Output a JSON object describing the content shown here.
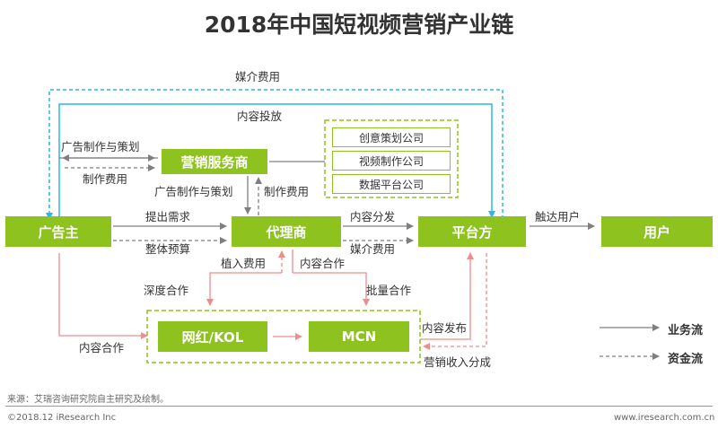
{
  "title": "2018年中国短视频营销产业链",
  "nodes": {
    "advertiser": "广告主",
    "marketing_service": "营销服务商",
    "agency": "代理商",
    "platform": "平台方",
    "user": "用户",
    "kol": "网红/KOL",
    "mcn": "MCN"
  },
  "service_companies": [
    "创意策划公司",
    "视频制作公司",
    "数据平台公司"
  ],
  "labels": {
    "media_fee_top": "媒介费用",
    "content_delivery": "内容投放",
    "ad_production": "广告制作与策划",
    "production_fee": "制作费用",
    "ad_production_2": "广告制作与策划",
    "production_fee_2": "制作费用",
    "submit_request": "提出需求",
    "overall_budget": "整体预算",
    "content_distribution": "内容分发",
    "media_fee": "媒介费用",
    "reach_user": "触达用户",
    "placement_fee": "植入费用",
    "content_coop": "内容合作",
    "deep_coop": "深度合作",
    "bulk_coop": "批量合作",
    "content_coop_left": "内容合作",
    "content_publish": "内容发布",
    "marketing_revenue": "营销收入分成"
  },
  "legend": {
    "business_flow": "业务流",
    "fund_flow": "资金流"
  },
  "footer": {
    "source": "来源：艾瑞咨询研究院自主研究及绘制。",
    "copyright": "©2018.12 iResearch Inc",
    "website": "www.iresearch.com.cn"
  },
  "colors": {
    "green": "#8dc21f",
    "blue": "#2ab7e6",
    "cyan_dashed": "#2ab7e6",
    "gray": "#7f7f7f",
    "pink": "#f08c8c"
  }
}
